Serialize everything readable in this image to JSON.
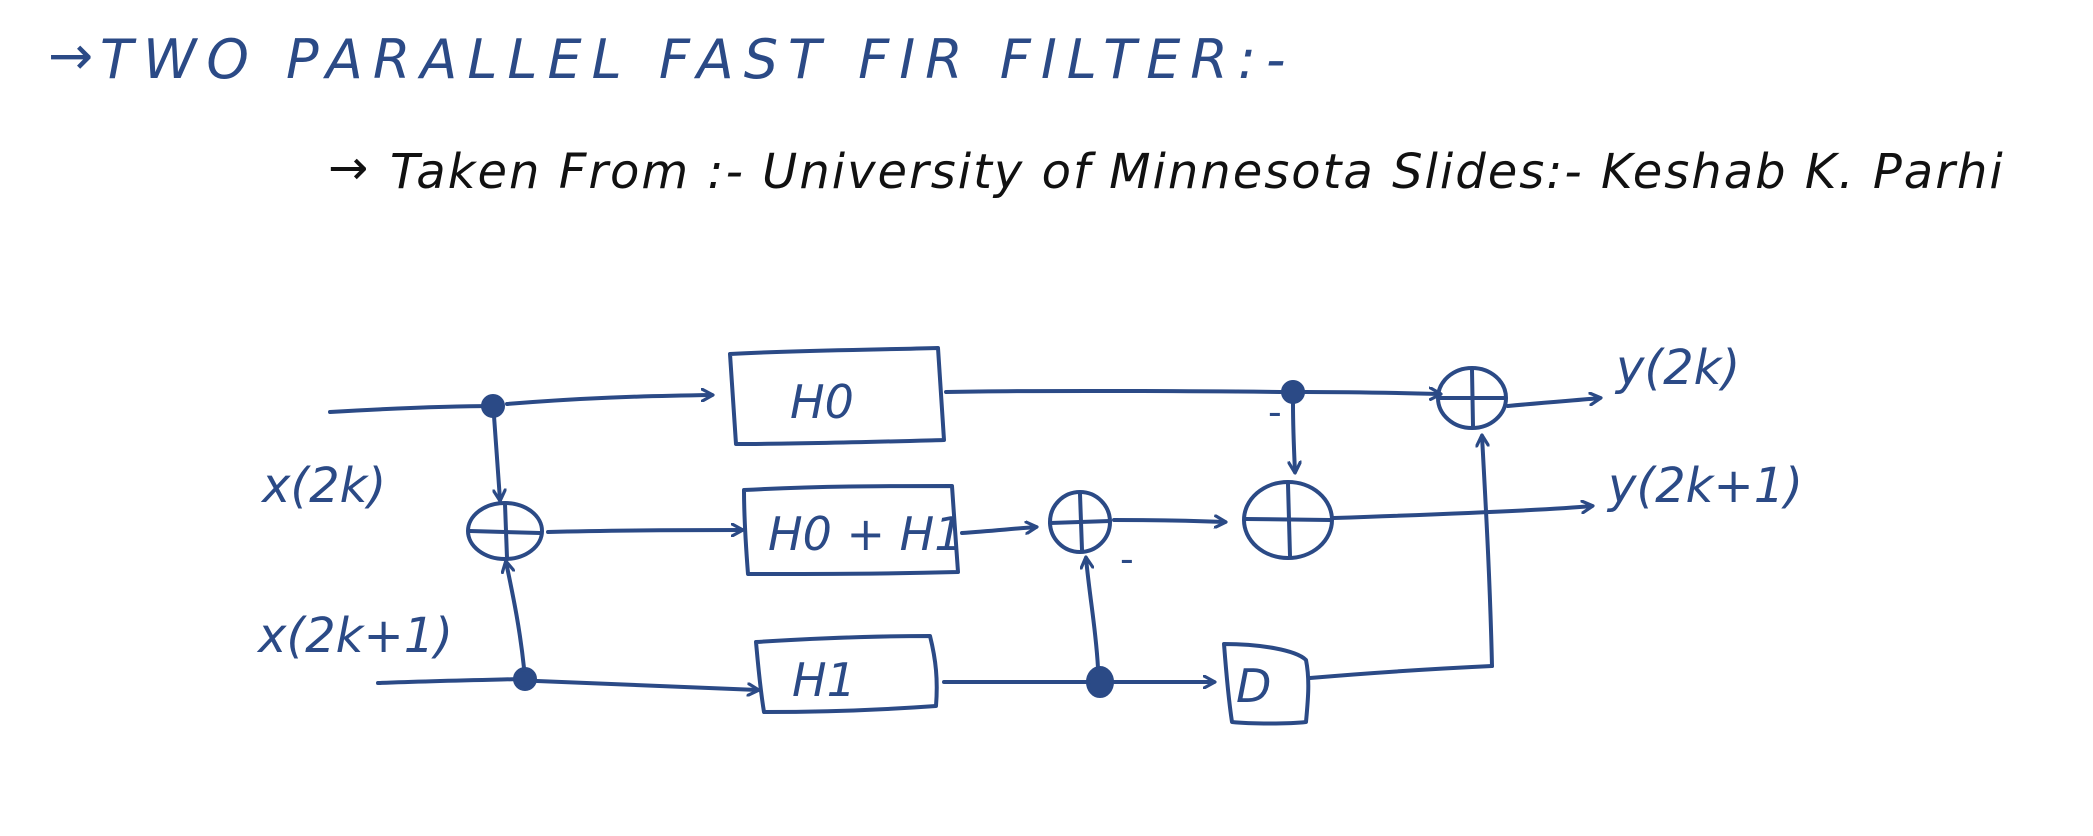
{
  "colors": {
    "ink_blue": "#2b4a86",
    "ink_black": "#111111",
    "background": "#ffffff"
  },
  "title": {
    "arrow": "→",
    "text": "TWO PARALLEL FAST FIR FILTER:-"
  },
  "source": {
    "arrow": "→",
    "text": "Taken From :- University of Minnesota Slides:- Keshab K. Parhi"
  },
  "diagram": {
    "inputs": {
      "even": "x(2k)",
      "odd": "x(2k+1)"
    },
    "outputs": {
      "even": "y(2k)",
      "odd": "y(2k+1)"
    },
    "blocks": {
      "h0": "H0",
      "h0_plus_h1": "H0 + H1",
      "h1": "H1",
      "delay": "D"
    },
    "signs": {
      "minus_upper": "-",
      "minus_lower": "-"
    }
  }
}
